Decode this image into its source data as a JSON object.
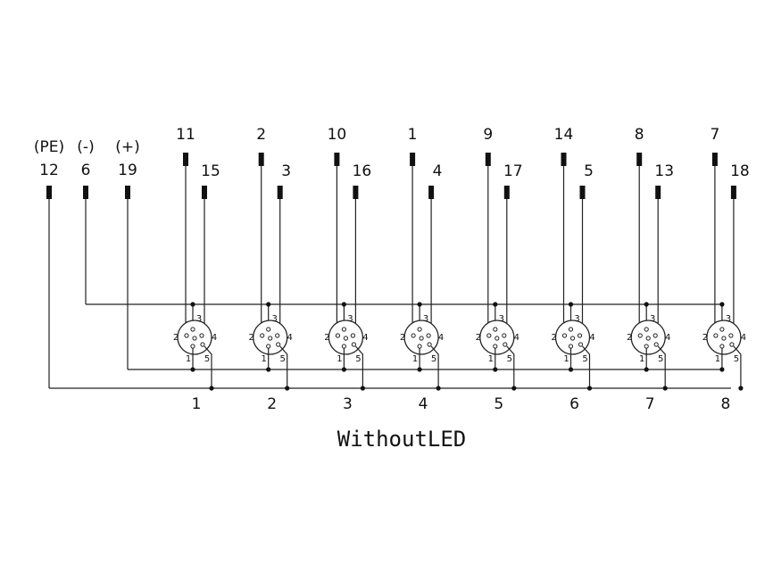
{
  "title": "WithoutLED",
  "power_pins": [
    {
      "role": "(PE)",
      "num": "12"
    },
    {
      "role": "(-)",
      "num": "6"
    },
    {
      "role": "(+)",
      "num": "19"
    }
  ],
  "ports": [
    {
      "label": "1",
      "pin_a": "11",
      "pin_b": "15"
    },
    {
      "label": "2",
      "pin_a": "2",
      "pin_b": "3"
    },
    {
      "label": "3",
      "pin_a": "10",
      "pin_b": "16"
    },
    {
      "label": "4",
      "pin_a": "1",
      "pin_b": "4"
    },
    {
      "label": "5",
      "pin_a": "9",
      "pin_b": "17"
    },
    {
      "label": "6",
      "pin_a": "14",
      "pin_b": "5"
    },
    {
      "label": "7",
      "pin_a": "8",
      "pin_b": "13"
    },
    {
      "label": "8",
      "pin_a": "7",
      "pin_b": "18"
    }
  ],
  "connector_pin_numbers": [
    "1",
    "2",
    "3",
    "4",
    "5"
  ]
}
